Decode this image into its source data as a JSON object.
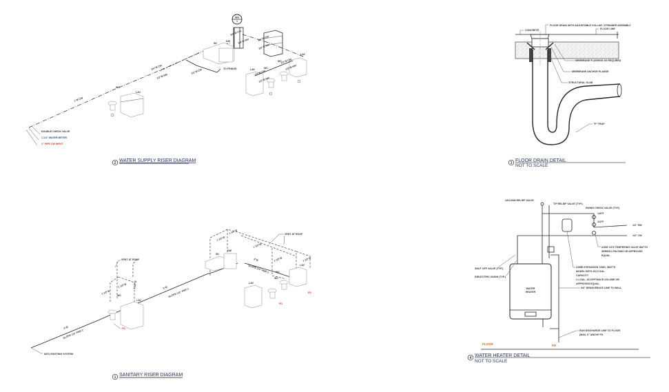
{
  "water_supply": {
    "number": "2",
    "title": "WATER SUPPLY RISER DIAGRAM",
    "labels": {
      "wh_tag": "WH",
      "wh_tag_num": "1",
      "double_check_valve": "DOUBLE CHECK VALVE",
      "water_meter": "1 1/4\" WATER METER",
      "cw_input": "1\" PIPE CW INPUT",
      "main_cw": "1\"Ø CW",
      "branch_cw": "3/4\"Ø CW",
      "branch_hw": "1/2\"Ø HW",
      "fridge_cw": "1/2\"Ø CW",
      "to_fridge": "TO FRIDGE",
      "wh_cw": "3/4\"Ø CW",
      "wh_hw": "3/4\"Ø HW",
      "wh2_cw": "3/4\"Ø CW",
      "wh2_hw": "3/4\"Ø HW",
      "bath_cw": "1/2\"Ø CW",
      "bath_hw": "1/2\"Ø HW",
      "bath2_cw": "1/2\"Ø CW",
      "bath2_hw": "1/2\"Ø HW",
      "sk": "SK",
      "dw": "DW",
      "lav1": "LAV",
      "lav2": "LAV",
      "lav3": "LAV",
      "wc1": "WC",
      "wc2": "WC",
      "wc3": "WC"
    }
  },
  "floor_drain": {
    "number": "3",
    "title": "FLOOR DRAIN DETAIL",
    "subtitle": "NOT TO SCALE",
    "labels": {
      "concrete": "CONCRETE",
      "floor_drain": "FLOOR DRAIN WITH ADJUSTABLE COLLAR / STRAINER ASSEMBLY",
      "floor_line": "FLOOR LINE",
      "membrane_flashing": "MEMBRANE FLASHING AS REQUIRED",
      "membrane_anchor": "MEMBRANE ANCHOR FLANGE",
      "structural_slab": "STRUCTURAL SLAB",
      "p_trap": "\"P\" TRAP"
    }
  },
  "sanitary": {
    "number": "1",
    "title": "SANITARY RISER DIAGRAM",
    "labels": {
      "vent_roof_1": "VENT AT ROOF",
      "vent_roof_2": "VENT AT ROOF",
      "into_existing": "INTO EXISTING SYSTEM",
      "pipe_3": "3\"Ø",
      "slope_1": "SLOPE 1/4\" PER 1'",
      "pipe_3b": "3\"Ø",
      "slope_2": "SLOPE 1/4\" PER 1'",
      "pipe_3c": "3\"Ø",
      "slope_3": "SLOPE 1/4\" PER 1'",
      "vent_112a": "1 1/2\"Ø",
      "vent_112b": "1 1/2\"Ø",
      "vent_112c": "1 1/2\"Ø",
      "vent_112d": "1 1/2\"Ø",
      "vent_112e": "1 1/2\"Ø",
      "vent_112f": "1 1/2\"Ø",
      "vent_112g": "1 1/2\"Ø",
      "vent_112h": "1 1/2\"Ø",
      "fd1": "FD",
      "fd2": "FD",
      "fd3": "FD",
      "wc1": "WC",
      "wc2": "WC",
      "wc3": "WC",
      "lav1": "LAV",
      "lav2": "LAV",
      "lav3": "LAV",
      "sk": "SK",
      "dw": "DW"
    }
  },
  "water_heater": {
    "number": "4",
    "title": "WATER HEATER DETAIL",
    "subtitle": "NOT TO SCALE",
    "labels": {
      "vacuum_relief": "VACUUM RELIEF VALVE",
      "tp_relief": "T/P RELIEF VALVE (TYP.)",
      "swing_check": "SWING CHECK VALVE (TYP.)",
      "temp_140": "140°F",
      "temp_110": "110°F",
      "hw": "1/2\" HW",
      "cw": "1/2\" CW",
      "tempering_valve_1": "ASSE 1070 TEMPERING VALVE WATTS",
      "tempering_valve_2": "SERIES LFN170M3 OR APPROVED",
      "tempering_valve_3": "EQUAL",
      "shut_off": "SHUT OFF VALVE (TYP.)",
      "dielectric": "DIELECTRIC UNION (TYP.)",
      "expansion_1": "ASME EXPANSION TANK, WATTS",
      "expansion_2": "MODEL DETS 20) 5 GAL.",
      "expansion_3": "CAPACITY",
      "expansion_4": "2.1 GAL. ACCEPTANCE VOLUME OR",
      "expansion_5": "APPROVED EQUAL",
      "heater_1": "WATER",
      "heater_2": "HEATER",
      "drain_brace": "3/4\" DRAIN BRACE LINE TO WALL",
      "discharge_1": "RUN DISCHARGE LINE TO FLOOR",
      "discharge_2": "(MAX. 6\" ABOVE FD",
      "floor": "FLOOR",
      "fd": "FD"
    }
  }
}
